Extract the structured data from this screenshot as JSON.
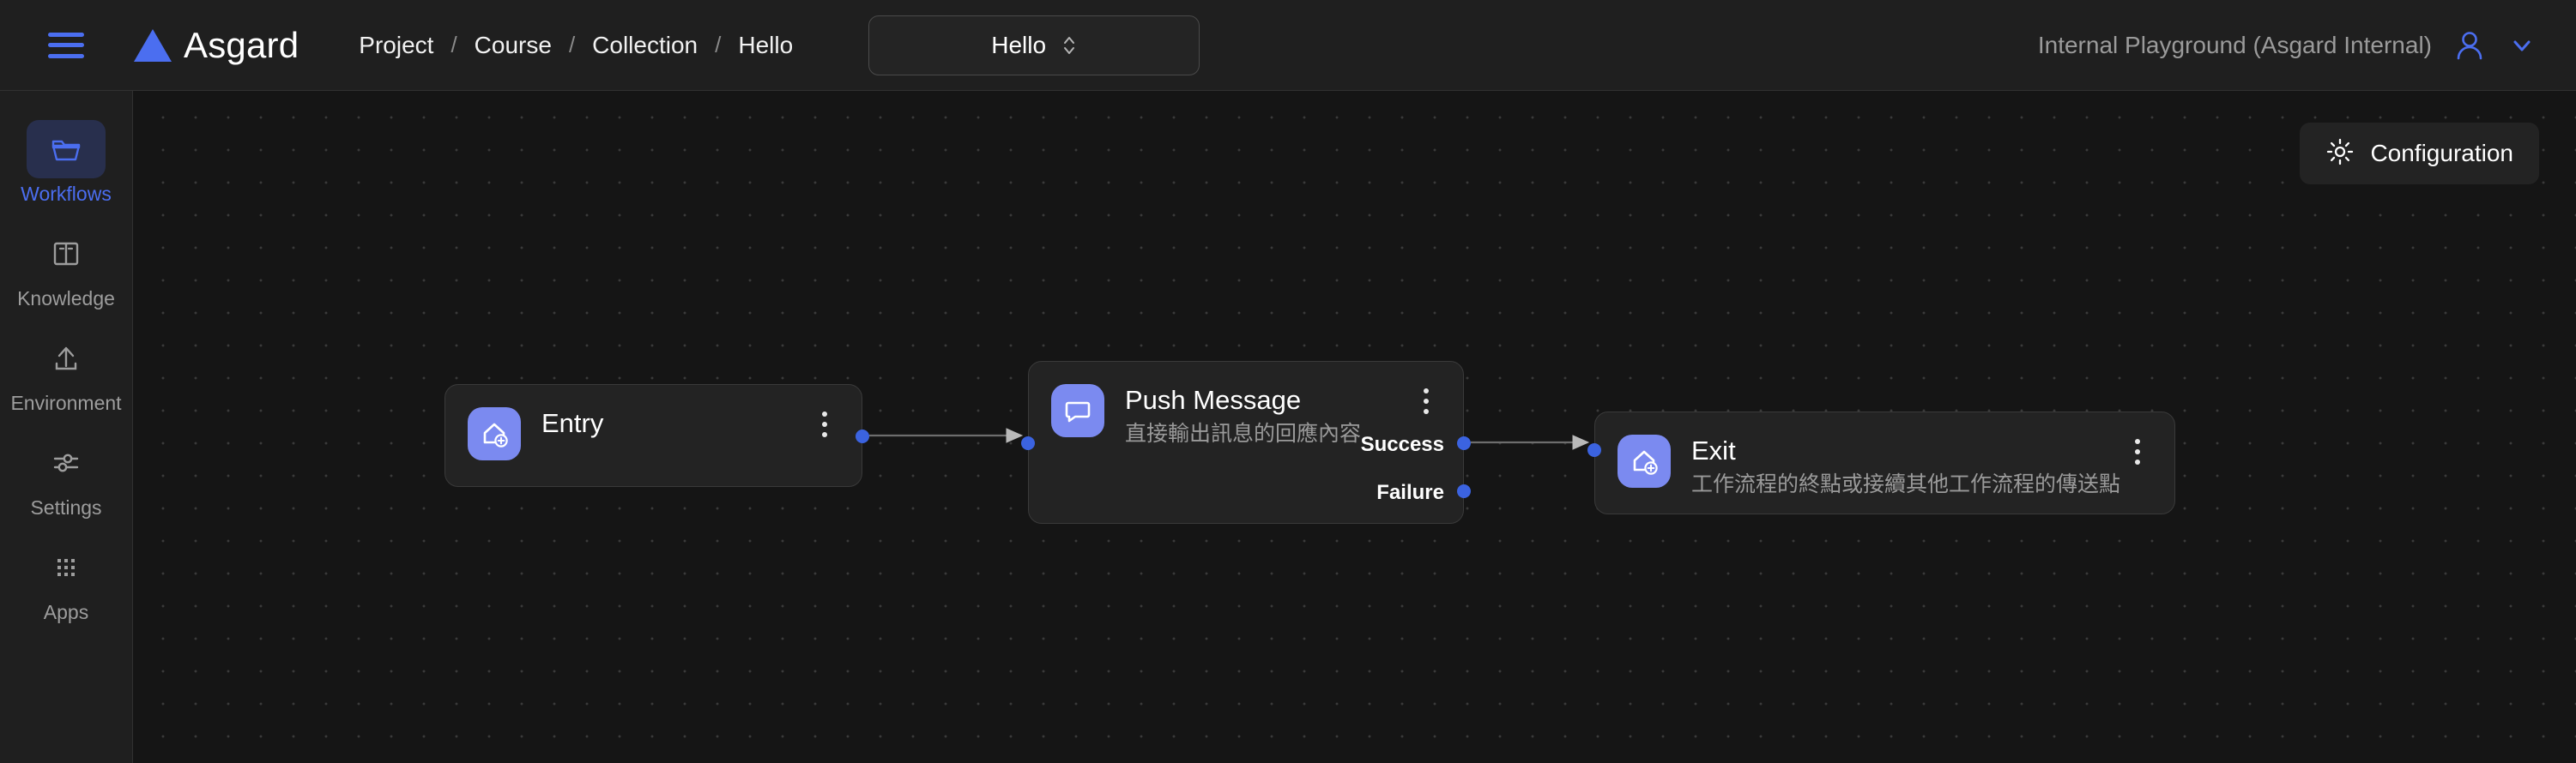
{
  "header": {
    "menu_icon": "hamburger-icon",
    "logo_icon": "triangle-logo-icon",
    "brand": "Asgard",
    "breadcrumb": [
      {
        "label": "Project"
      },
      {
        "label": "Course"
      },
      {
        "label": "Collection"
      },
      {
        "label": "Hello"
      }
    ],
    "breadcrumb_separator": "/",
    "workflow_selector": {
      "value": "Hello",
      "icon": "chevron-up-down-icon"
    },
    "organization": "Internal Playground (Asgard Internal)",
    "account_icon": "user-avatar-icon",
    "account_chevron_icon": "chevron-down-icon"
  },
  "sidebar": {
    "items": [
      {
        "label": "Workflows",
        "icon": "folder-icon",
        "active": true
      },
      {
        "label": "Knowledge",
        "icon": "book-icon",
        "active": false
      },
      {
        "label": "Environment",
        "icon": "upload-icon",
        "active": false
      },
      {
        "label": "Settings",
        "icon": "sliders-icon",
        "active": false
      },
      {
        "label": "Apps",
        "icon": "grid-dots-icon",
        "active": false
      }
    ]
  },
  "canvas": {
    "configuration_button": {
      "label": "Configuration",
      "icon": "gear-icon"
    },
    "nodes": [
      {
        "id": "entry",
        "title": "Entry",
        "subtitle": "",
        "icon": "home-plus-icon",
        "menu_icon": "more-vertical-icon",
        "outputs": [
          ""
        ]
      },
      {
        "id": "push",
        "title": "Push Message",
        "subtitle": "直接輸出訊息的回應內容",
        "icon": "message-icon",
        "menu_icon": "more-vertical-icon",
        "outputs": [
          "Success",
          "Failure"
        ]
      },
      {
        "id": "exit",
        "title": "Exit",
        "subtitle": "工作流程的終點或接續其他工作流程的傳送點",
        "icon": "home-plus-icon",
        "menu_icon": "more-vertical-icon",
        "outputs": []
      }
    ]
  },
  "colors": {
    "accent": "#4b6ef0",
    "node_icon": "#7b8af0",
    "port": "#3b63e0",
    "canvas_bg": "#151515",
    "panel_bg": "#1f1f1f"
  }
}
